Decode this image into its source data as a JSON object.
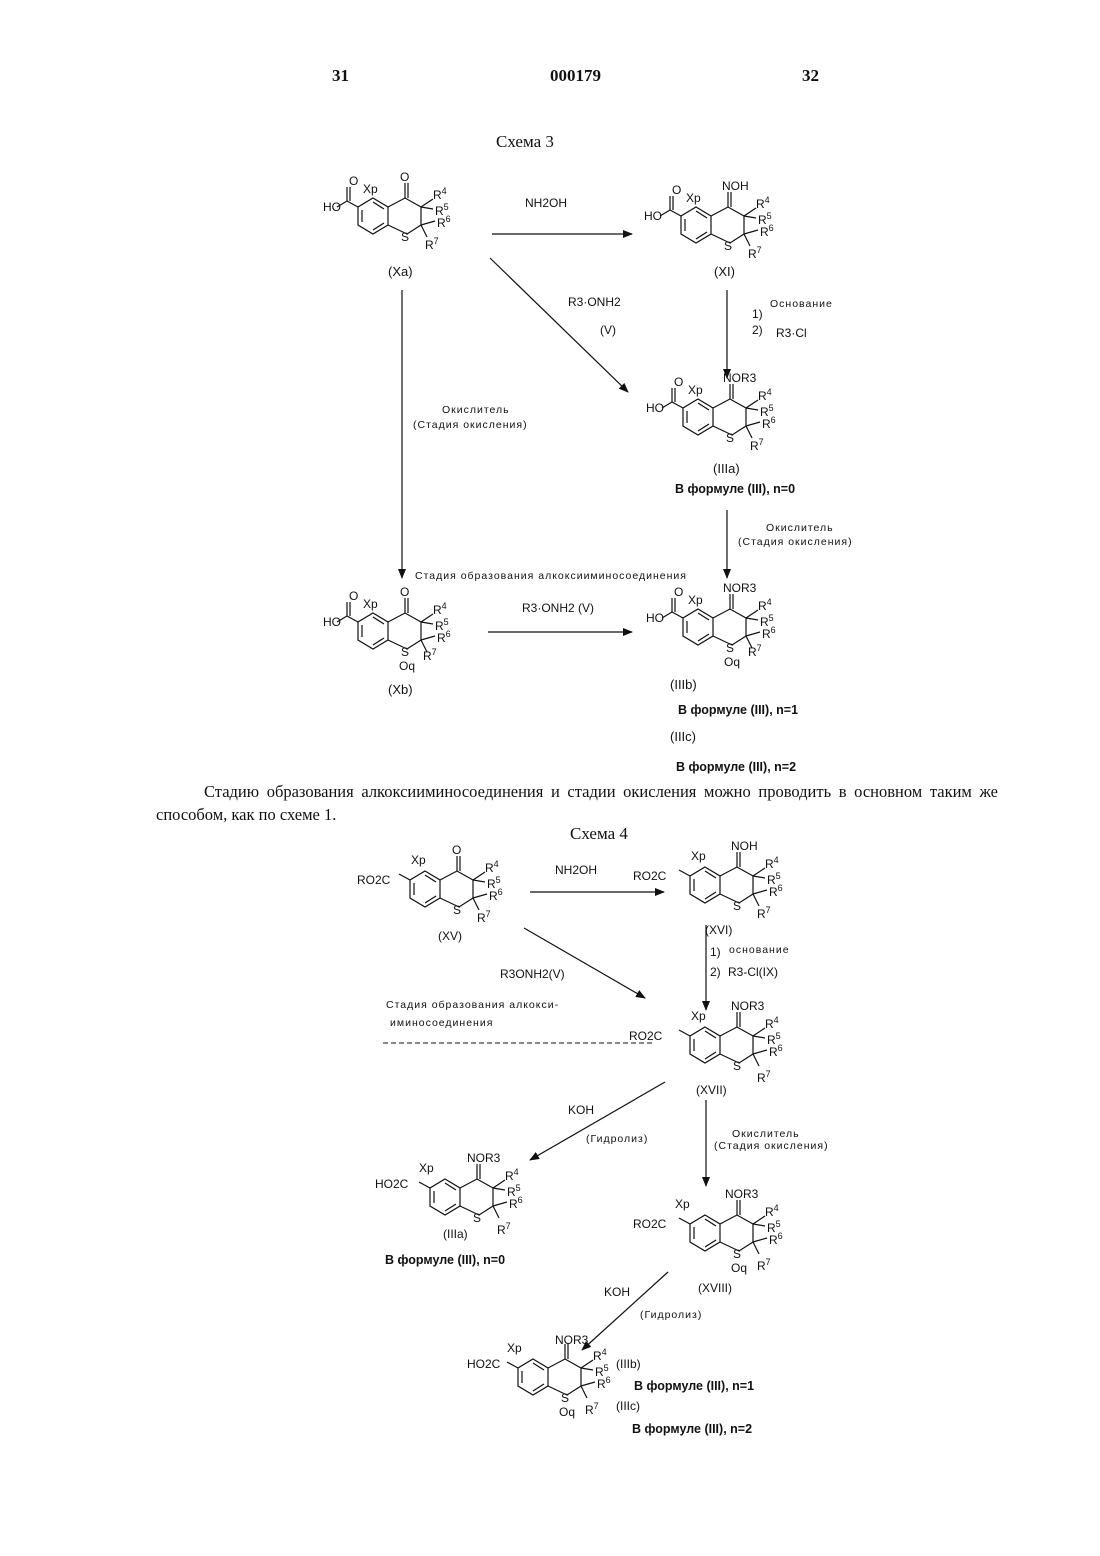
{
  "header": {
    "page_left": "31",
    "patent_number": "000179",
    "page_right": "32"
  },
  "scheme3": {
    "title": "Схема 3",
    "compounds": {
      "xa": {
        "label": "(Xa)",
        "acid": "HO",
        "carbonyl": "O",
        "ketone": "O",
        "substituent": "Xp",
        "ring_atom": "S"
      },
      "xi": {
        "label": "(XI)",
        "acid": "HO",
        "carbonyl": "O",
        "oxime": "NOH",
        "substituent": "Xp",
        "ring_atom": "S"
      },
      "iiia": {
        "label": "(IIIa)",
        "acid": "HO",
        "carbonyl": "O",
        "oxime": "NOR3",
        "substituent": "Xp",
        "ring_atom": "S"
      },
      "xb": {
        "label": "(Xb)",
        "acid": "HO",
        "carbonyl": "O",
        "ketone": "O",
        "substituent": "Xp",
        "ring_atom": "S",
        "oxide": "Oq"
      },
      "iiib": {
        "label": "(IIIb)",
        "acid": "HO",
        "carbonyl": "O",
        "oxime": "NOR3",
        "substituent": "Xp",
        "ring_atom": "S",
        "oxide": "Oq"
      },
      "iiic": {
        "label": "(IIIc)"
      }
    },
    "reagents": {
      "nh2oh": "NH2OH",
      "r3onh2": "R3·ONH2",
      "v": "(V)",
      "step1": "1)",
      "step1_reagent": "Основание",
      "step2": "2)",
      "step2_reagent": "R3·Cl",
      "oxidant": "Окислитель",
      "oxidation_stage": "(Стадия окисления)",
      "alkoxyimino_stage": "Стадия образования алкоксииминосоединения",
      "r3onh2_v": "R3·ONH2  (V)"
    },
    "formula_notes": {
      "iiia": "В формуле  (III), n=0",
      "iiib": "В формуле  (III), n=1",
      "iiic": "В формуле  (III), n=2"
    }
  },
  "paragraph": "Стадию образования алкоксииминосоединения и стадии окисления можно проводить в основном таким же способом, как по схеме 1.",
  "scheme4": {
    "title": "Схема 4",
    "compounds": {
      "xv": {
        "label": "(XV)",
        "ester": "RO2C",
        "ketone": "O",
        "substituent": "Xp",
        "ring_atom": "S"
      },
      "xvi": {
        "label": "(XVI)",
        "ester": "RO2C",
        "oxime": "NOH",
        "substituent": "Xp",
        "ring_atom": "S"
      },
      "xvii": {
        "label": "(XVII)",
        "ester": "RO2C",
        "oxime": "NOR3",
        "substituent": "Xp",
        "ring_atom": "S"
      },
      "iiia": {
        "label": "(IIIa)",
        "acid": "HO2C",
        "oxime": "NOR3",
        "substituent": "Xp",
        "ring_atom": "S"
      },
      "xviii": {
        "label": "(XVIII)",
        "ester": "RO2C",
        "oxime": "NOR3",
        "substituent": "Xp",
        "ring_atom": "S",
        "oxide": "Oq"
      },
      "iiibc": {
        "label_b": "(IIIb)",
        "label_c": "(IIIc)",
        "acid": "HO2C",
        "oxime": "NOR3",
        "substituent": "Xp",
        "ring_atom": "S",
        "oxide": "Oq"
      }
    },
    "reagents": {
      "nh2oh": "NH2OH",
      "r3onh2": "R3ONH2(V)",
      "step1": "1)",
      "step1_reagent": "основание",
      "step2": "2)",
      "step2_reagent": "R3-Cl(IX)",
      "alkoxyimino_stage_1": "Стадия образования алкокси-",
      "alkoxyimino_stage_2": "иминосоединения",
      "koh": "KOH",
      "hydrolysis": "(Гидролиз)",
      "oxidant": "Окислитель",
      "oxidation_stage": "(Стадия окисления)"
    },
    "formula_notes": {
      "iiia": "В формуле  (III), n=0",
      "iiib": "В формуле  (III), n=1",
      "iiic": "В формуле  (III), n=2"
    }
  }
}
